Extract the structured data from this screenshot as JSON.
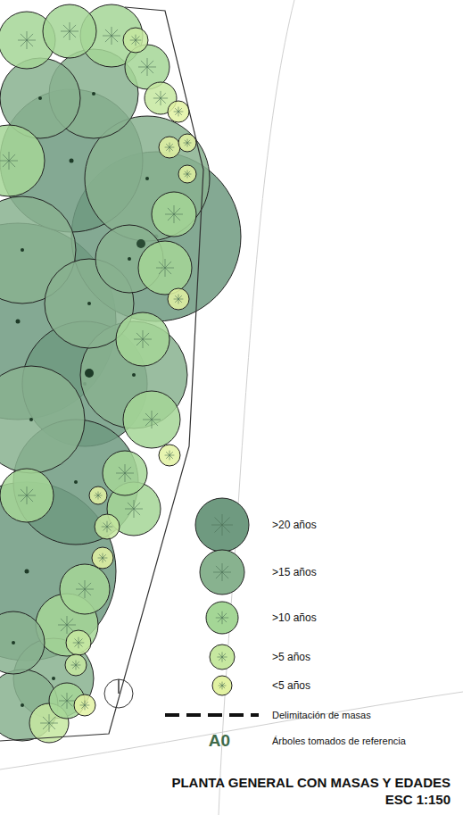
{
  "diagram": {
    "title": "PLANTA GENERAL CON MASAS Y EDADES",
    "labels": [
      "ESC 1:150",
      "A0"
    ],
    "legend": [
      {
        "text": ">20 años",
        "color": "#6f9a80"
      },
      {
        "text": ">15 años",
        "color": "#88b28f"
      },
      {
        "text": ">10 años",
        "color": "#a4d696"
      },
      {
        "text": ">5 años",
        "color": "#c6e8a0"
      },
      {
        "text": "<5 años",
        "color": "#e2f2a2"
      },
      {
        "text": "Delimitación de masas"
      },
      {
        "text": "Árboles tomados de referencia"
      }
    ]
  }
}
